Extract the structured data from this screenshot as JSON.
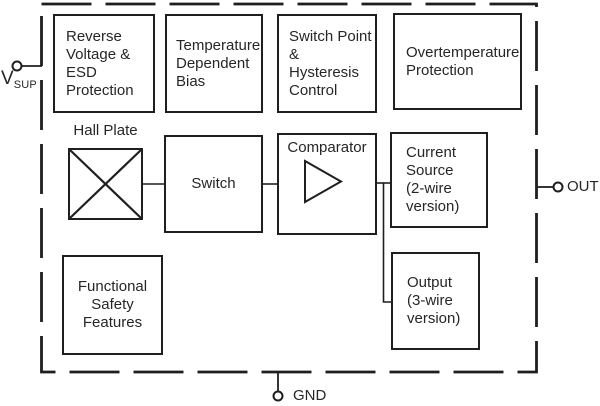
{
  "diagram": {
    "background_color": "#ffffff",
    "line_color": "#1f1f1f",
    "blocks": {
      "reverse_voltage": "Reverse\nVoltage &\nESD\nProtection",
      "temperature_bias": "Temperature\nDependent\nBias",
      "switch_point": "Switch Point\n&\nHysteresis\nControl",
      "overtemperature": "Overtemperature\nProtection",
      "hall_plate_label": "Hall Plate",
      "switch": "Switch",
      "comparator": "Comparator",
      "current_source": "Current\nSource\n(2-wire\nversion)",
      "functional_safety": "Functional\nSafety\nFeatures",
      "output": "Output\n(3-wire\nversion)"
    },
    "terminals": {
      "vsup_main": "V",
      "vsup_sub": "SUP",
      "out": "OUT",
      "gnd": "GND"
    }
  }
}
